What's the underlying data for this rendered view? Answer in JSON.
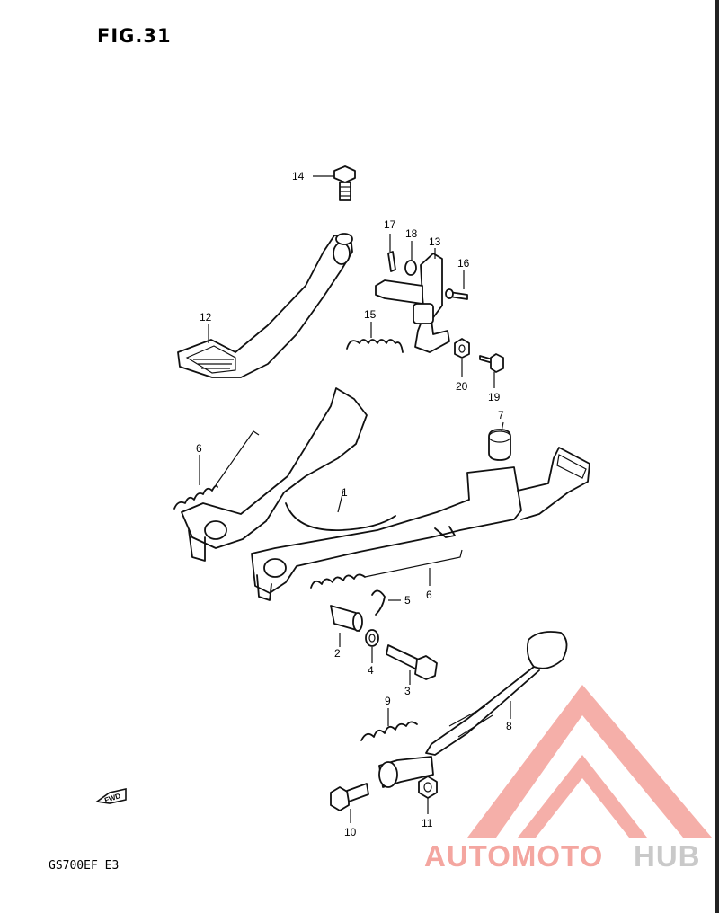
{
  "figure_title": "FIG.31",
  "model_code": "GS700EF  E3",
  "fwd_label": "FWD",
  "watermark": {
    "text_auto": "AUTOMOTO",
    "text_hub": "HUB",
    "color_primary": "#f4a6a0",
    "color_secondary": "#c9c9c9"
  },
  "callouts": [
    {
      "id": "1",
      "label": "1"
    },
    {
      "id": "2",
      "label": "2"
    },
    {
      "id": "3",
      "label": "3"
    },
    {
      "id": "4",
      "label": "4"
    },
    {
      "id": "5",
      "label": "5"
    },
    {
      "id": "6a",
      "label": "6"
    },
    {
      "id": "6b",
      "label": "6"
    },
    {
      "id": "7",
      "label": "7"
    },
    {
      "id": "8",
      "label": "8"
    },
    {
      "id": "9",
      "label": "9"
    },
    {
      "id": "10",
      "label": "10"
    },
    {
      "id": "11",
      "label": "11"
    },
    {
      "id": "12",
      "label": "12"
    },
    {
      "id": "13",
      "label": "13"
    },
    {
      "id": "14",
      "label": "14"
    },
    {
      "id": "15",
      "label": "15"
    },
    {
      "id": "16",
      "label": "16"
    },
    {
      "id": "17",
      "label": "17"
    },
    {
      "id": "18",
      "label": "18"
    },
    {
      "id": "19",
      "label": "19"
    },
    {
      "id": "20",
      "label": "20"
    }
  ]
}
